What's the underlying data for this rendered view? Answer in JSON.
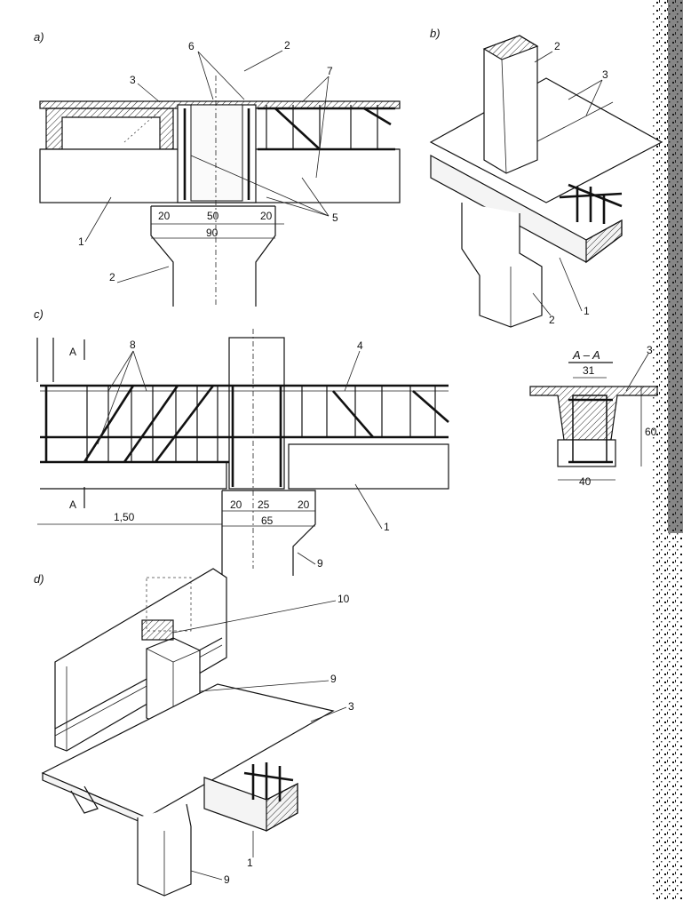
{
  "panels": {
    "a": {
      "label": "a)",
      "callouts": [
        "1",
        "2",
        "2",
        "3",
        "5",
        "6",
        "7"
      ],
      "dims": [
        "20",
        "50",
        "20",
        "90"
      ]
    },
    "b": {
      "label": "b)",
      "callouts": [
        "1",
        "2",
        "2",
        "3"
      ]
    },
    "c": {
      "label": "c)",
      "section_mark": "A",
      "callouts": [
        "1",
        "4",
        "8",
        "9"
      ],
      "dims": [
        "1,50",
        "20",
        "25",
        "20",
        "65"
      ]
    },
    "section": {
      "title": "A – A",
      "callouts": [
        "3"
      ],
      "dims": [
        "31",
        "60",
        "40"
      ]
    },
    "d": {
      "label": "d)",
      "callouts": [
        "1",
        "3",
        "9",
        "9",
        "10"
      ]
    }
  }
}
